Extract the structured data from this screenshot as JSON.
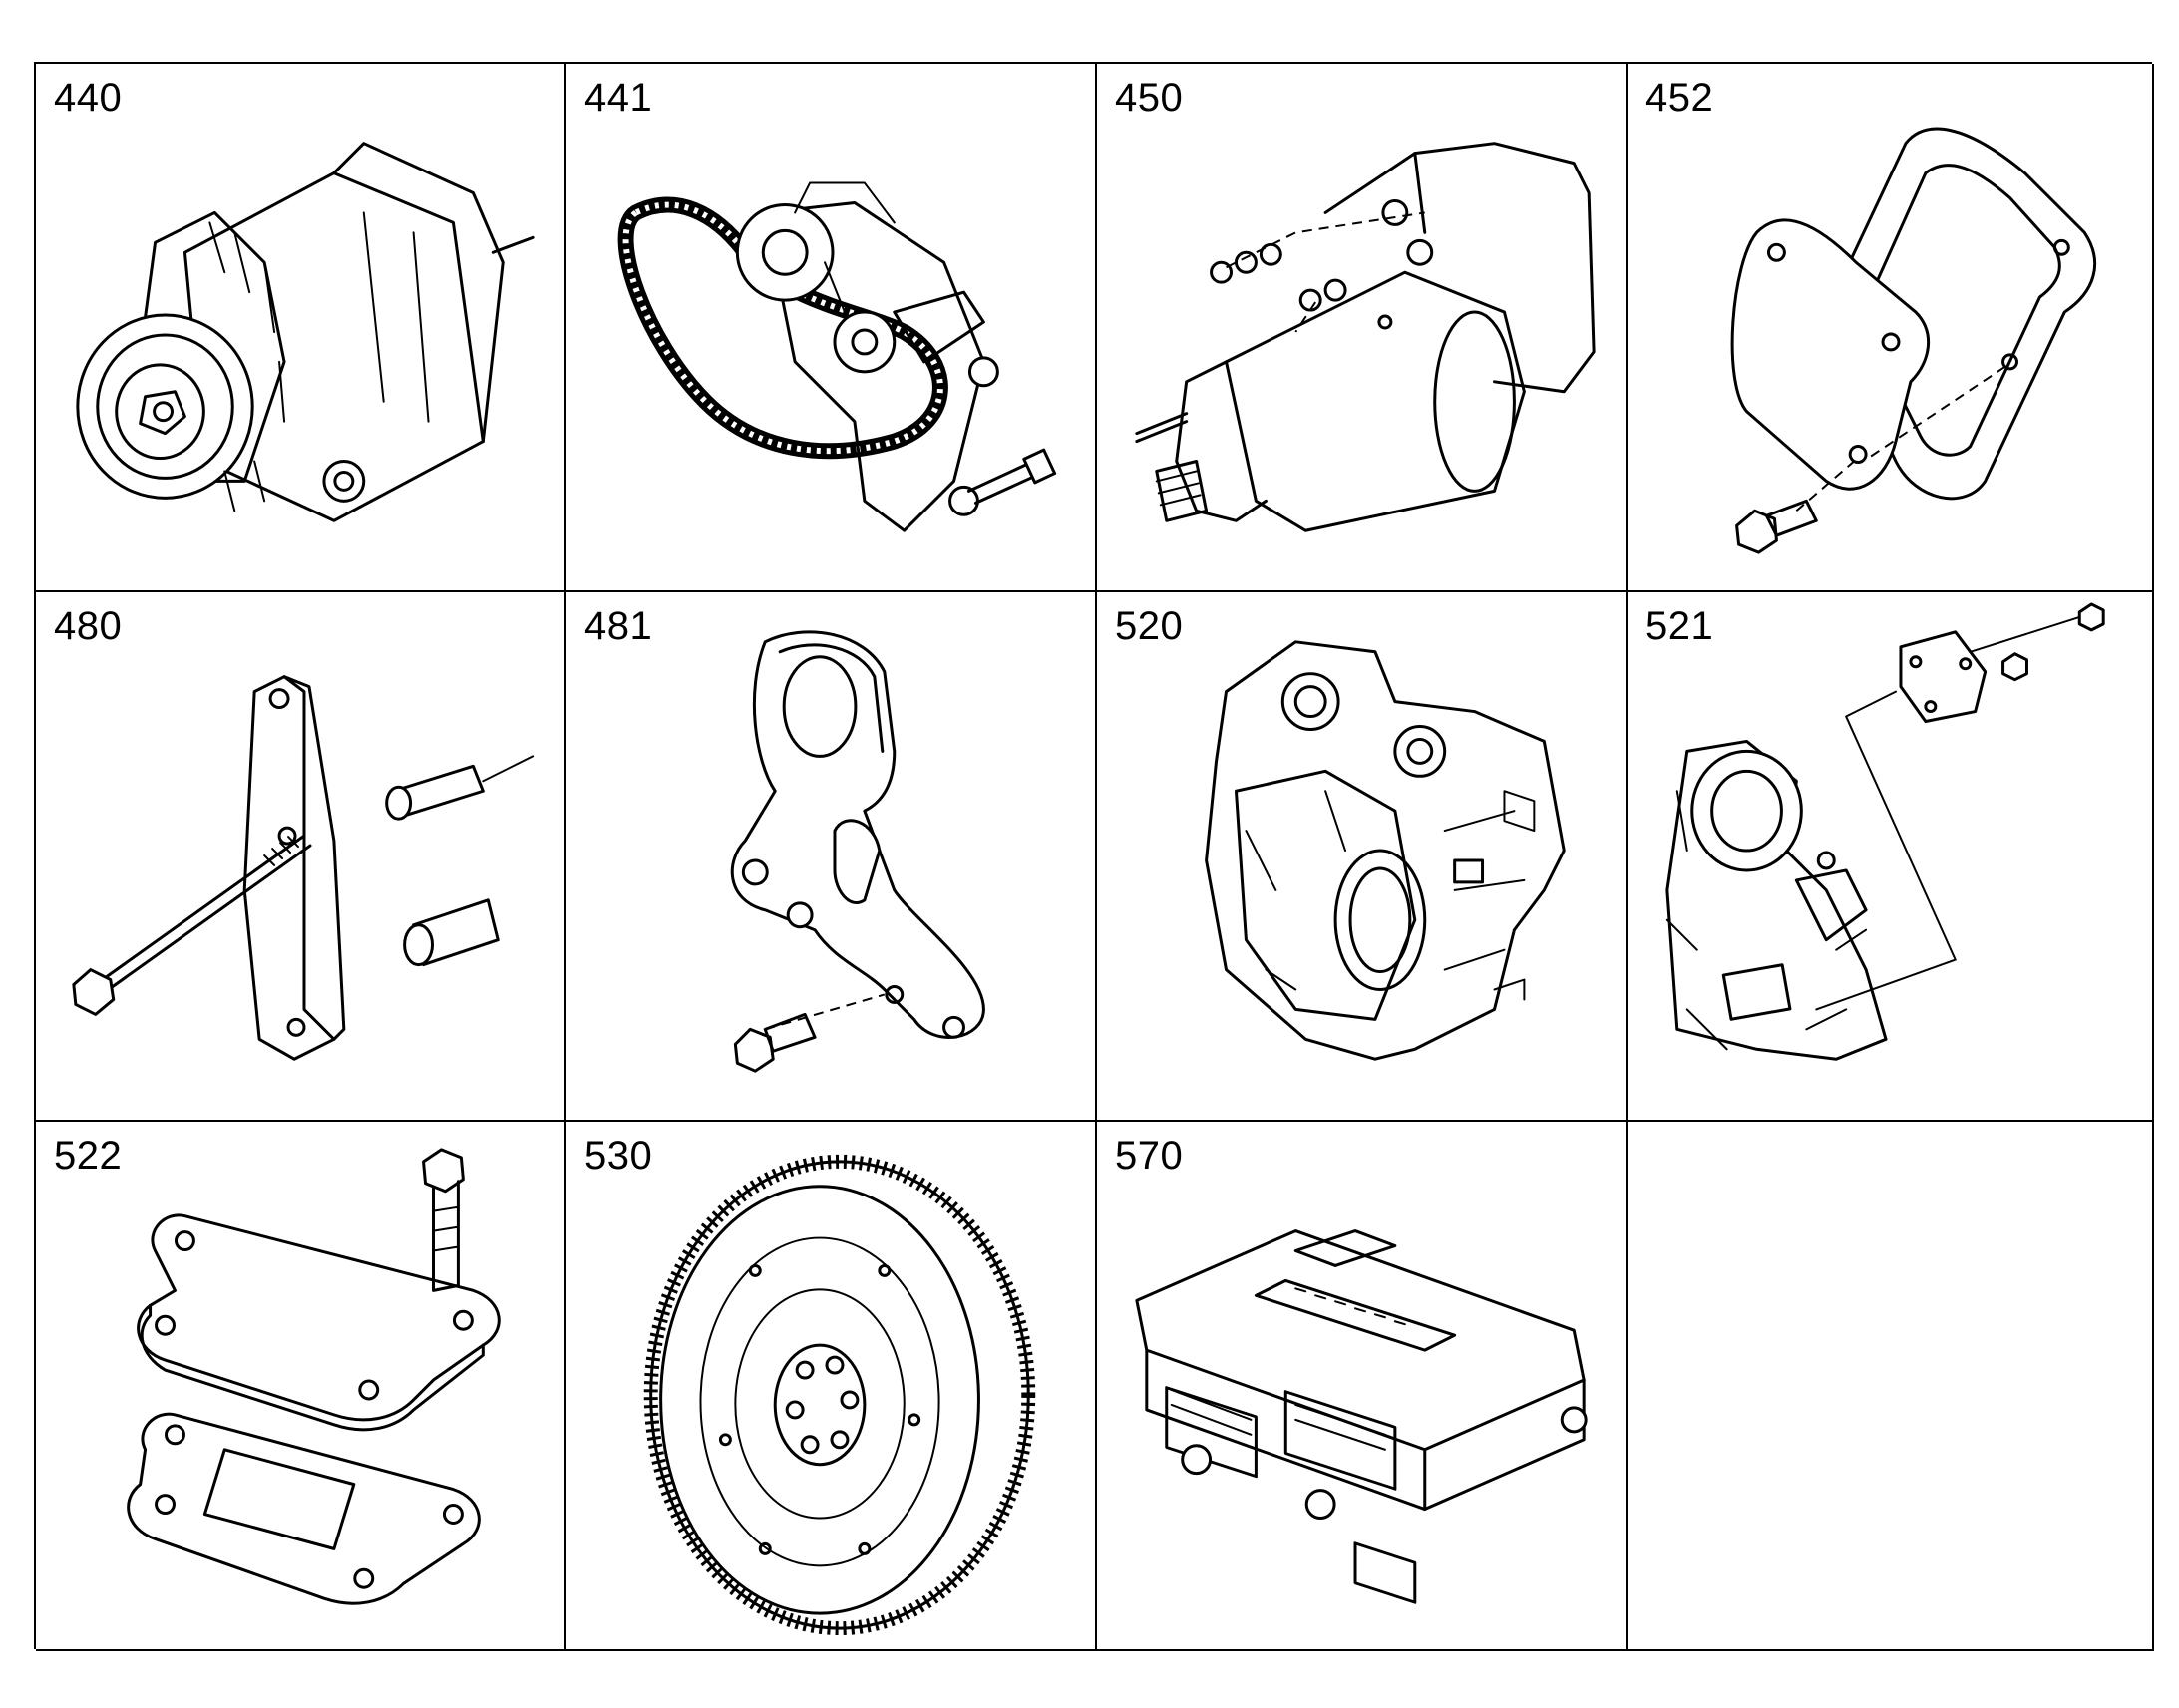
{
  "cells": [
    {
      "label": "440",
      "part": "alternator"
    },
    {
      "label": "441",
      "part": "belt-drive-assembly"
    },
    {
      "label": "450",
      "part": "starter-motor"
    },
    {
      "label": "452",
      "part": "cover-plate-with-gasket"
    },
    {
      "label": "480",
      "part": "bracket-with-spacers"
    },
    {
      "label": "481",
      "part": "lifting-bracket"
    },
    {
      "label": "520",
      "part": "flywheel-housing"
    },
    {
      "label": "521",
      "part": "housing-cover"
    },
    {
      "label": "522",
      "part": "plate-with-gasket"
    },
    {
      "label": "530",
      "part": "flywheel"
    },
    {
      "label": "570",
      "part": "engine-control-unit"
    }
  ]
}
